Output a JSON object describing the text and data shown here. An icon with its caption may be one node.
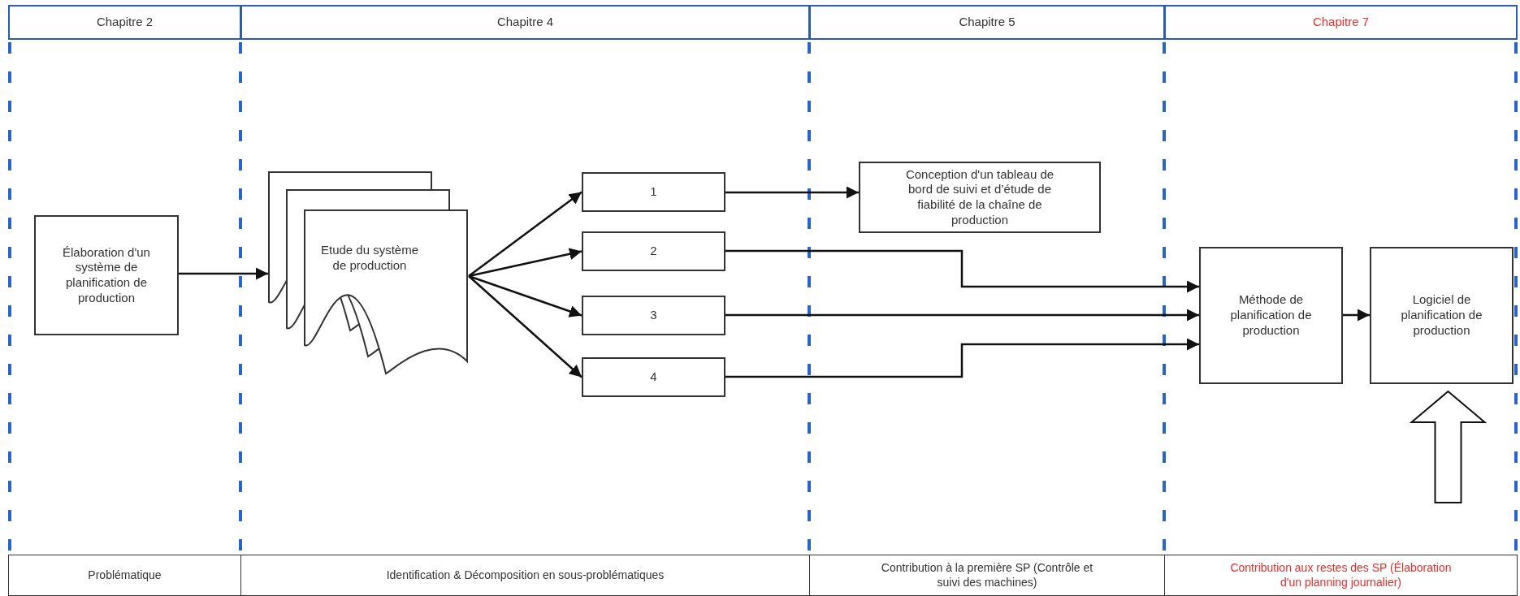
{
  "diagram": {
    "nodes": [
      {
        "text": [
          "Chapitre 2"
        ]
      },
      {
        "text": [
          "Chapitre 4"
        ]
      },
      {
        "text": [
          "Chapitre 5"
        ]
      },
      {
        "text": [
          "Chapitre 7"
        ]
      },
      {
        "text": [
          "Élaboration d'un système de planification de production"
        ]
      },
      {
        "text": [
          "Etude du système de production"
        ]
      },
      {
        "text": [
          "1"
        ]
      },
      {
        "text": [
          "2"
        ]
      },
      {
        "text": [
          "3"
        ]
      },
      {
        "text": [
          "4"
        ]
      },
      {
        "text": [
          "Conception d'un tableau de bord de suivi et d’étude de fiabilité de la chaîne de production"
        ]
      },
      {
        "text": [
          "Méthode de planification de production"
        ]
      },
      {
        "text": [
          "Logiciel de planification de production"
        ]
      },
      {
        "text": [
          "Problématique"
        ]
      },
      {
        "text": [
          "Identification & Décomposition en sous-problématiques"
        ]
      },
      {
        "text": [
          "Contribution à la première SP (Contrôle et suivi des machines)"
        ]
      },
      {
        "text": [
          "Contribution aux restes des SP (Élaboration d'un planning journalier)"
        ]
      }
    ],
    "edges": [
      {
        "from": 4,
        "to": 5,
        "arrow": "to"
      },
      {
        "from": 5,
        "to": 6,
        "arrow": "to"
      },
      {
        "from": 5,
        "to": 7,
        "arrow": "to"
      },
      {
        "from": 5,
        "to": 8,
        "arrow": "to"
      },
      {
        "from": 5,
        "to": 9,
        "arrow": "to"
      },
      {
        "from": 6,
        "to": 10,
        "arrow": "to"
      },
      {
        "from": 7,
        "to": 11,
        "arrow": "to"
      },
      {
        "from": 8,
        "to": 11,
        "arrow": "to"
      },
      {
        "from": 9,
        "to": 11,
        "arrow": "to"
      },
      {
        "from": 11,
        "to": 12,
        "arrow": "to"
      },
      {
        "from": null,
        "to": 12,
        "arrow": "to"
      }
    ]
  }
}
